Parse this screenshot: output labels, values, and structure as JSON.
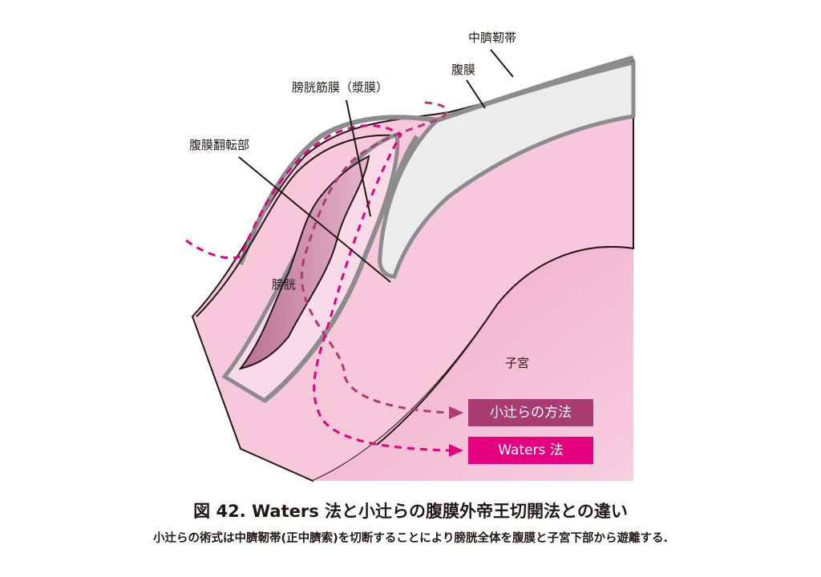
{
  "labels": {
    "median_umbilical_ligament": "中臍靭帯",
    "peritoneum": "腹膜",
    "vesical_fascia": "膀胱筋膜（漿膜）",
    "peritoneal_reflection": "腹膜翻転部",
    "bladder": "膀胱",
    "uterus": "子宮"
  },
  "legend": {
    "ogiri_method": "小辻らの方法",
    "waters_method": "Waters 法"
  },
  "caption": {
    "title": "図 42.  Waters 法と小辻らの腹膜外帝王切開法との違い",
    "text": "小辻らの術式は中臍靭帯(正中臍索)を切断することにより膀胱全体を腹膜と子宮下部から遊離する."
  },
  "colors": {
    "ogiri_path": "#b03a72",
    "waters_path": "#e4007f",
    "uterus_fill": "#f3b8d0",
    "bladder_fill": "#f9dbe7",
    "bladder_lumen": "#c98aa6",
    "membrane_gray": "#8c8c8c",
    "space_fill": "#eeeeee"
  }
}
